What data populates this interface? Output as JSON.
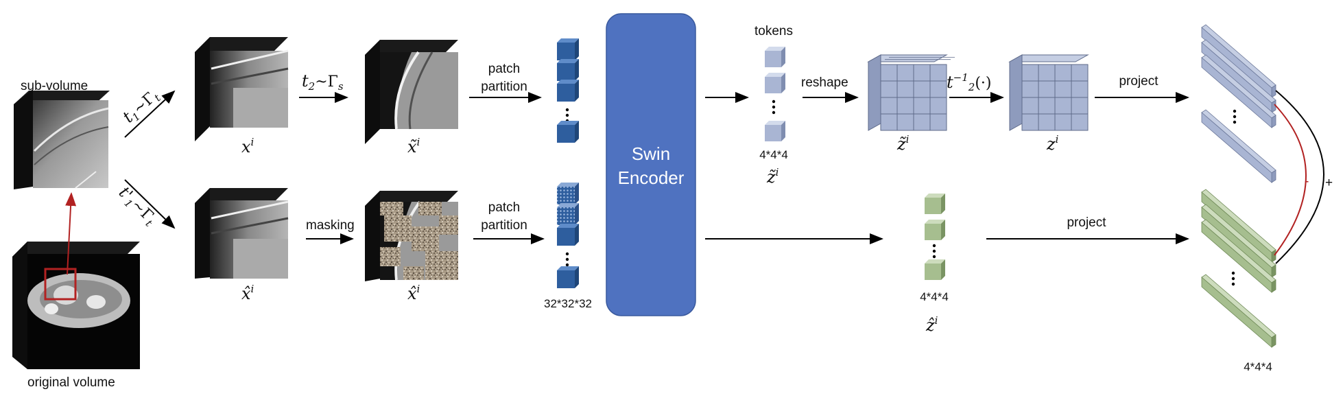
{
  "labels": {
    "sub_volume": "sub-volume",
    "original_volume": "original volume",
    "patch_partition_top_1": "patch",
    "patch_partition_top_2": "partition",
    "patch_partition_bottom_1": "patch",
    "patch_partition_bottom_2": "partition",
    "masking": "masking",
    "encoder_line1": "Swin",
    "encoder_line2": "Encoder",
    "tokens": "tokens",
    "reshape": "reshape",
    "project_top": "project",
    "project_bottom": "project",
    "size_32": "32*32*32",
    "size_4_top": "4*4*4",
    "size_4_mid": "4*4*4",
    "size_4_right": "4*4*4",
    "minus": "-",
    "plus": "+"
  },
  "math": {
    "t1_main": "t",
    "t1_sub": "1",
    "t1_rest": "~Γ",
    "t1_gamma_sub": "t",
    "t1p_main": "t'",
    "t1p_sub": "1",
    "t1p_rest": "~Γ",
    "t1p_gamma_sub": "t",
    "t2_main": "t",
    "t2_sub": "2",
    "t2_rest": "~Γ",
    "t2_gamma_sub": "s",
    "x_i": "x",
    "x_tilde_i": "x̃",
    "x_hat_i": "x̂",
    "x_hat_masked_i": "x̂",
    "z_tilde_cube": "z̃",
    "z_i": "z",
    "z_tilde_tokens": "z̃",
    "z_hat_i": "ẑ",
    "sup_i": "i",
    "inverse_t": "t",
    "inverse_exp": "−1",
    "inverse_sub": "2",
    "inverse_arg": "(·)"
  },
  "colors": {
    "blue_token": "#2E5E9E",
    "encoder": "#4F72C0",
    "lavender": "#A9B5D3",
    "green": "#A6BE8F",
    "red": "#B22222",
    "cube_dark": "#1a1a1a"
  }
}
